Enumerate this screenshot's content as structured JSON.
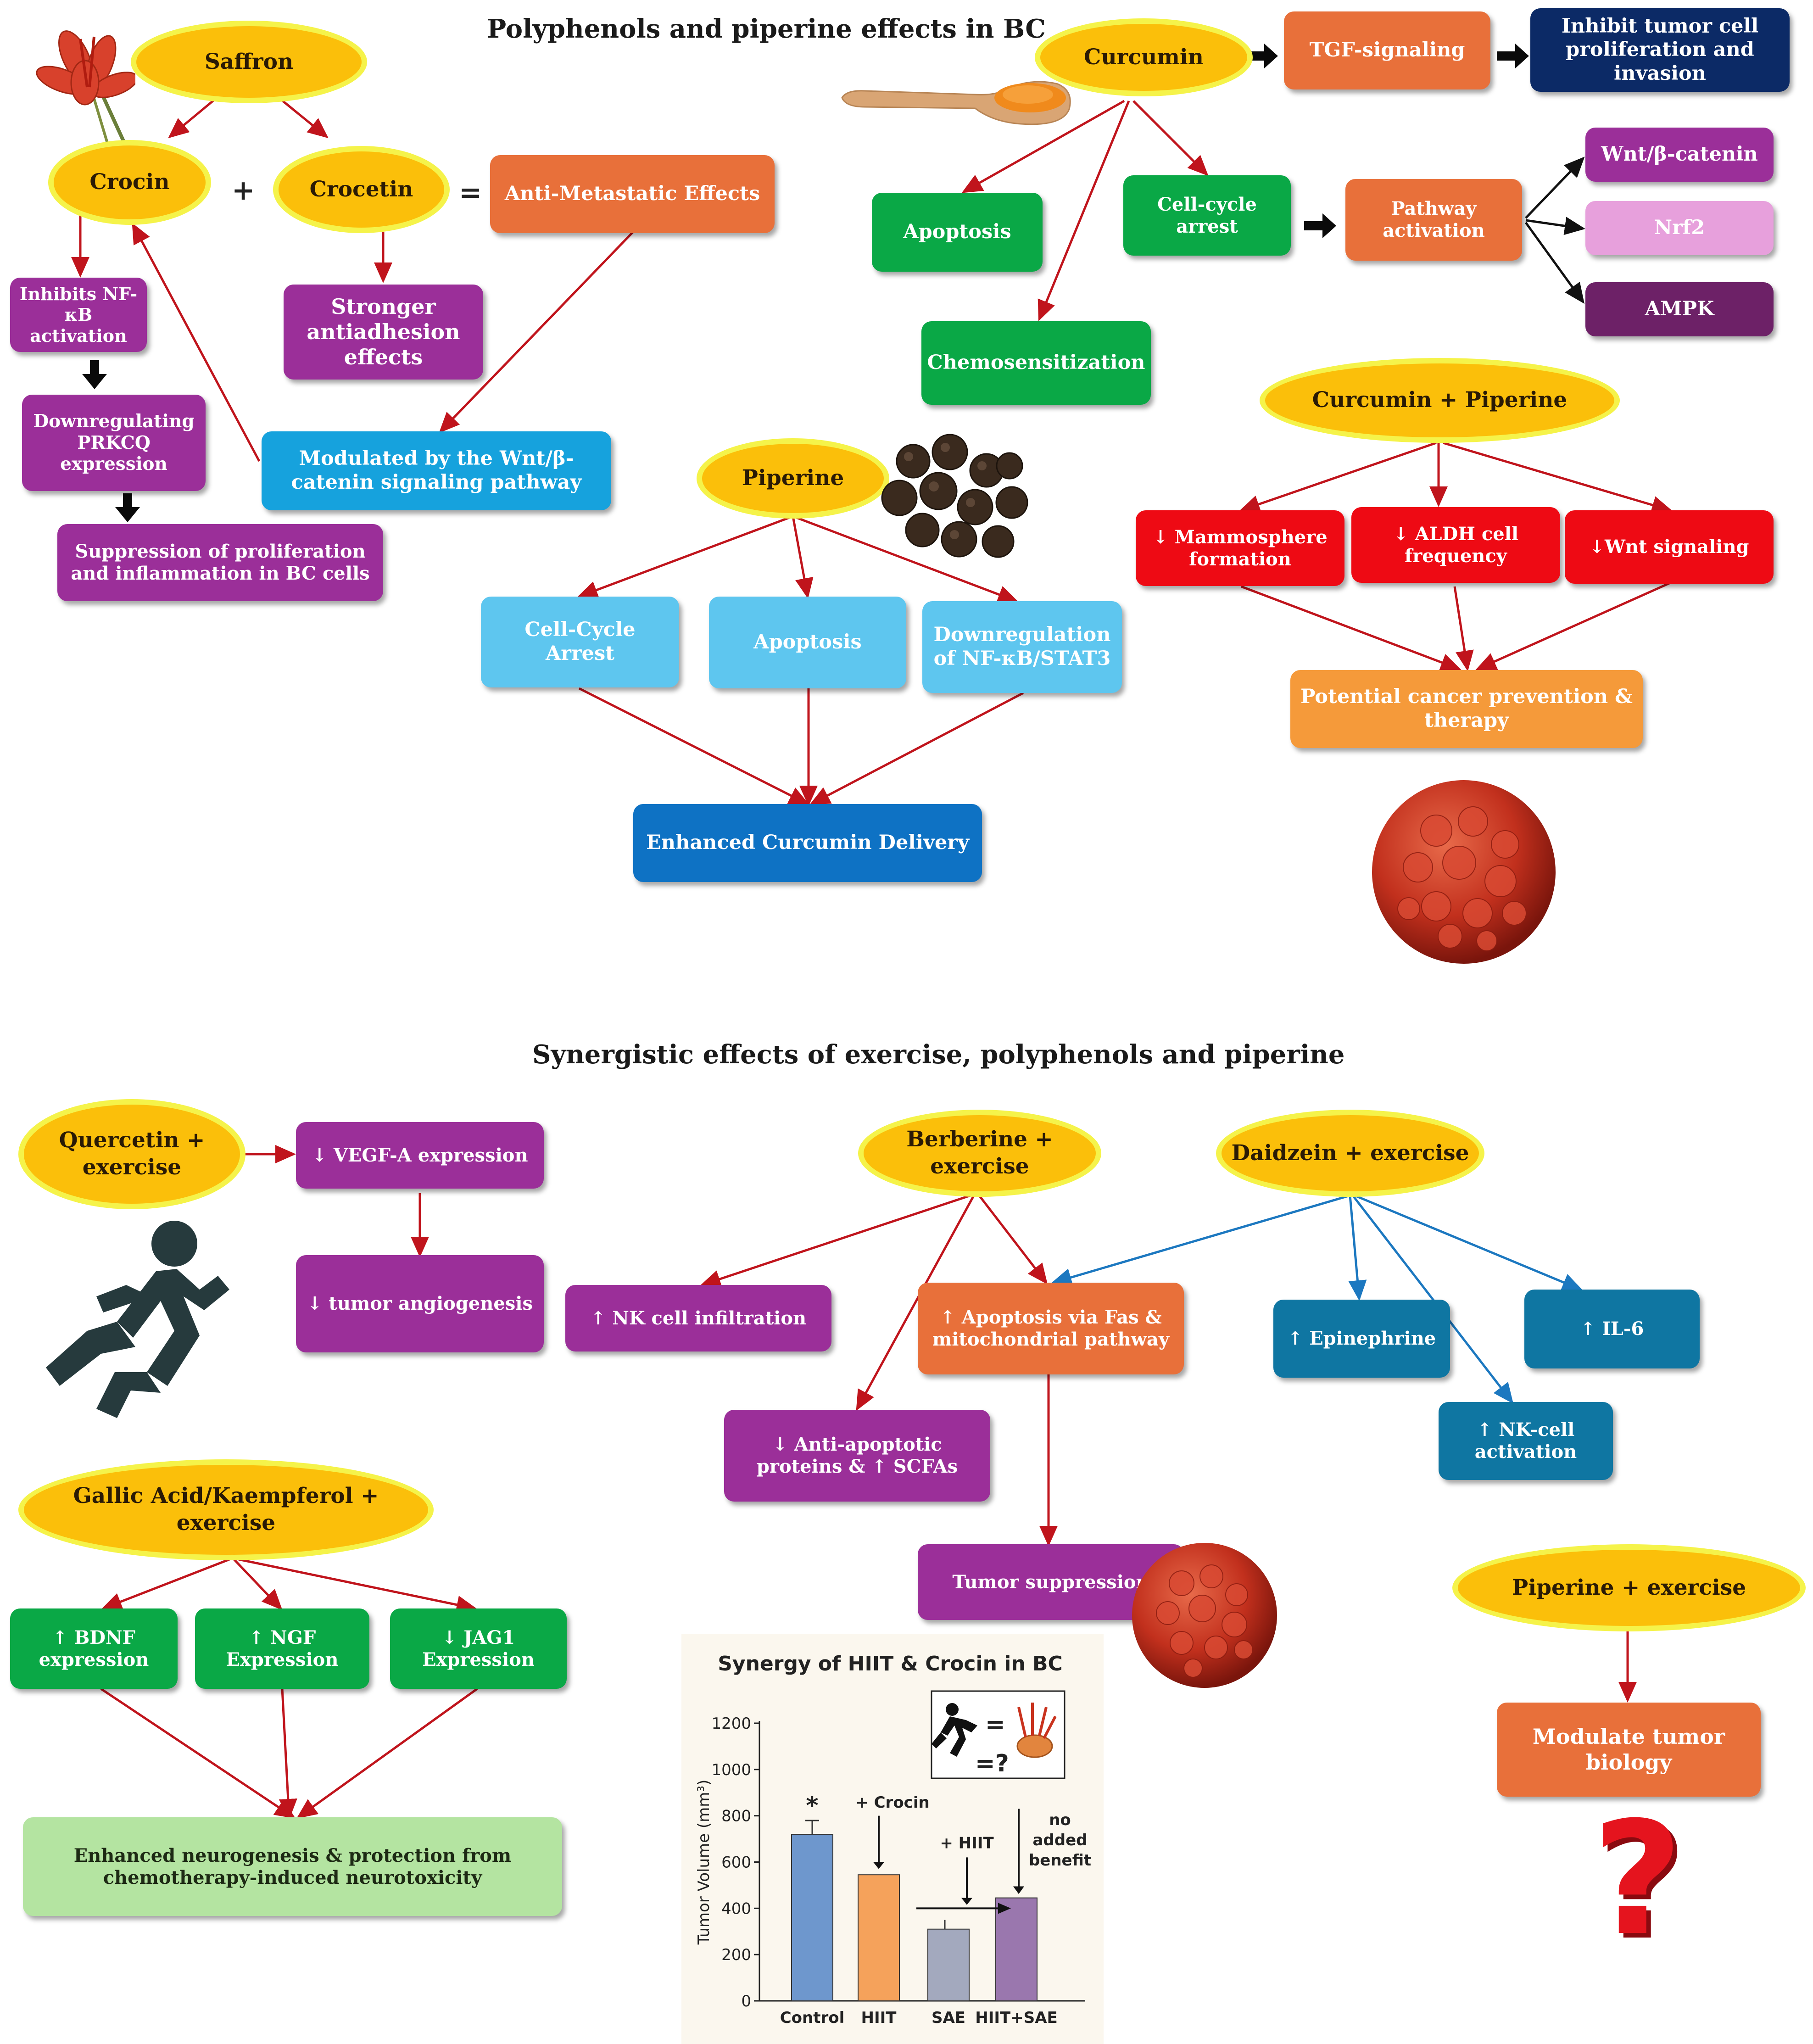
{
  "top": {
    "title": "Polyphenols and piperine effects in BC",
    "saffron": "Saffron",
    "crocin": "Crocin",
    "crocetin": "Crocetin",
    "plus": "+",
    "equals": "=",
    "anti_metastatic": "Anti-Metastatic Effects",
    "inhibits_nfkb": "Inhibits NF-κB activation",
    "stronger_antiadhesion": "Stronger antiadhesion effects",
    "downregulating_prkcq": "Downregulating PRKCQ expression",
    "modulated_wnt": "Modulated by the Wnt/β-catenin signaling pathway",
    "suppression": "Suppression of proliferation and inflammation in BC cells",
    "curcumin": "Curcumin",
    "tgf": "TGF-signaling",
    "inhibit_tumor": "Inhibit tumor cell proliferation and invasion",
    "apoptosis": "Apoptosis",
    "cell_cycle_arrest": "Cell-cycle arrest",
    "chemosensitization": "Chemosensitization",
    "pathway_activation": "Pathway activation",
    "wnt": "Wnt/β-catenin",
    "nrf2": "Nrf2",
    "ampk": "AMPK",
    "curcumin_piperine": "Curcumin + Piperine",
    "mammosphere": "↓ Mammosphere formation",
    "aldh": "↓ ALDH cell frequency",
    "wnt_signaling": "↓Wnt signaling",
    "potential": "Potential cancer prevention & therapy",
    "piperine": "Piperine",
    "p_cell_cycle": "Cell-Cycle Arrest",
    "p_apoptosis": "Apoptosis",
    "p_downregulation": "Downregulation of NF-κB/STAT3",
    "enhanced_delivery": "Enhanced Curcumin Delivery"
  },
  "bottom": {
    "title": "Synergistic effects of exercise, polyphenols and piperine",
    "quercetin": "Quercetin + exercise",
    "vegf": "↓ VEGF-A expression",
    "angiogenesis": "↓ tumor angiogenesis",
    "berberine": "Berberine + exercise",
    "nk_infiltration": "↑ NK cell infiltration",
    "apoptosis_fas": "↑ Apoptosis via Fas & mitochondrial pathway",
    "anti_apoptotic": "↓ Anti-apoptotic proteins & ↑ SCFAs",
    "tumor_suppression": "Tumor suppression",
    "daidzein": "Daidzein + exercise",
    "epinephrine": "↑ Epinephrine",
    "il6": "↑ IL-6",
    "nk_activation": "↑ NK-cell activation",
    "gallic": "Gallic Acid/Kaempferol + exercise",
    "bdnf": "↑ BDNF expression",
    "ngf": "↑ NGF Expression",
    "jag1": "↓ JAG1 Expression",
    "neurogenesis": "Enhanced neurogenesis & protection from chemotherapy-induced neurotoxicity",
    "piperine_ex": "Piperine + exercise",
    "modulate": "Modulate tumor biology",
    "question_mark": "?"
  },
  "chart_data": {
    "type": "bar",
    "title": "Synergy of HIIT & Crocin in BC",
    "ylabel": "Tumor Volume (mm³)",
    "ylim": [
      0,
      1200
    ],
    "yticks": [
      "0",
      "200",
      "400",
      "600",
      "800",
      "1000",
      "1200"
    ],
    "categories": [
      "Control",
      "HIIT",
      "SAE",
      "HIIT+SAE"
    ],
    "values": [
      720,
      545,
      310,
      445
    ],
    "bar_colors": [
      "#6e97cd",
      "#f5a25b",
      "#a3a9be",
      "#9a77ae"
    ],
    "annotations": {
      "star": "*",
      "crocin": "+ Crocin",
      "hiit": "+ HIIT",
      "no_benefit": "no added benefit",
      "inset_eq1": "=",
      "inset_eq2": "=?"
    }
  },
  "colors": {
    "ellipse_fill": "#fbbf0a",
    "ellipse_border": "#f5f34a",
    "red_arrow": "#c0141c",
    "blue_arrow": "#1c78c0"
  },
  "icons": [
    "saffron-flower-icon",
    "turmeric-spoon-icon",
    "pepper-seeds-icon",
    "tumor-cell-icon",
    "running-person-icon",
    "question-mark-icon"
  ]
}
